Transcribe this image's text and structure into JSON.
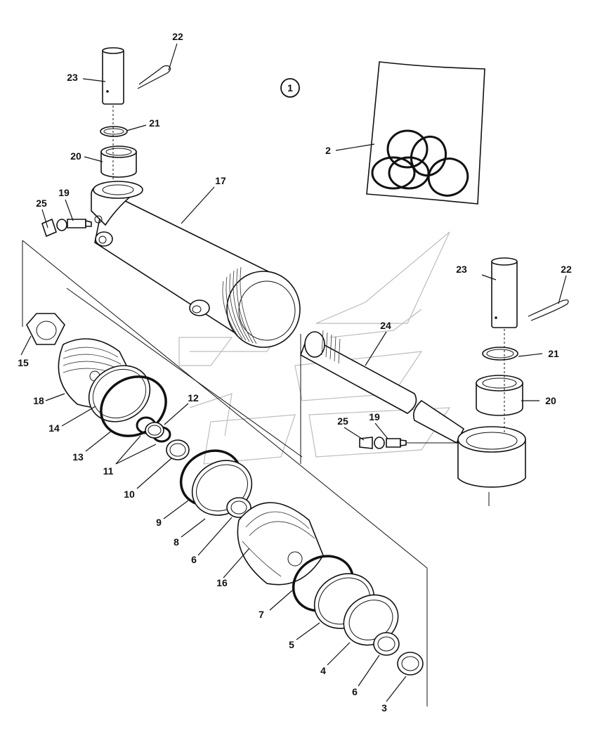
{
  "assembly_badge": "1",
  "callouts": {
    "c2": "2",
    "c3": "3",
    "c4": "4",
    "c5": "5",
    "c6a": "6",
    "c6b": "6",
    "c7": "7",
    "c8": "8",
    "c9": "9",
    "c10": "10",
    "c11": "11",
    "c12": "12",
    "c13": "13",
    "c14": "14",
    "c15": "15",
    "c16": "16",
    "c17": "17",
    "c18": "18",
    "c19a": "19",
    "c19b": "19",
    "c20a": "20",
    "c20b": "20",
    "c21a": "21",
    "c21b": "21",
    "c22a": "22",
    "c22b": "22",
    "c23a": "23",
    "c23b": "23",
    "c24": "24",
    "c25a": "25",
    "c25b": "25"
  }
}
